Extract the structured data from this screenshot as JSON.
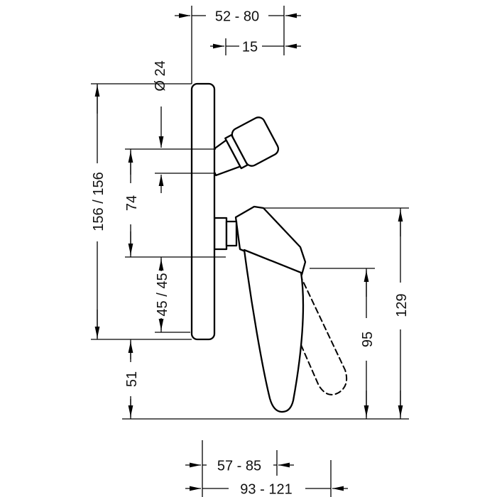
{
  "figure": {
    "kind": "technical dimension drawing, side elevation of concealed single-lever bath mixer",
    "background_color": "#ffffff",
    "line_color": "#000000"
  },
  "dims": {
    "top_width": "52 - 80",
    "top_offset": "15",
    "diameter": "Ø 24",
    "left_total": "156 / 156",
    "left_upper": "74",
    "left_mid": "45 / 45",
    "left_lower": "51",
    "right_inner": "95",
    "right_outer": "129",
    "bottom_inner": "57 - 85",
    "bottom_outer": "93 - 121"
  }
}
